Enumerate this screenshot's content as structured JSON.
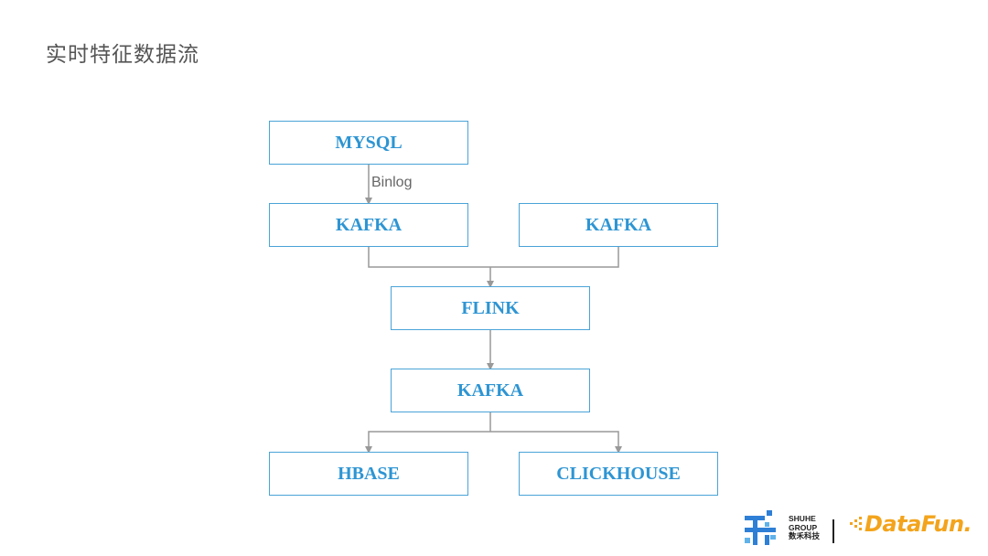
{
  "title": "实时特征数据流",
  "diagram": {
    "nodes": {
      "mysql": "MYSQL",
      "kafka_source": "KAFKA",
      "kafka_external": "KAFKA",
      "flink": "FLINK",
      "kafka_sink": "KAFKA",
      "hbase": "HBASE",
      "clickhouse": "CLICKHOUSE"
    },
    "edges": {
      "mysql_to_kafka_label": "Binlog"
    }
  },
  "logos": {
    "shuhe": {
      "line1": "SHUHE",
      "line2": "GROUP",
      "line3": "数禾科技"
    },
    "datafun": "DataFun."
  },
  "colors": {
    "node_border": "#4aa3d8",
    "node_text": "#2e95d3",
    "edge": "#999999",
    "datafun_orange": "#f3a41c",
    "shuhe_blue": "#2e7fd6"
  }
}
